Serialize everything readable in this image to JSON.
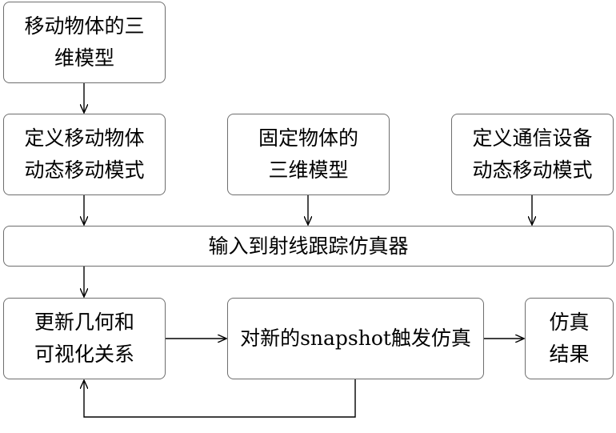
{
  "boxes": {
    "moving_model": "移动物体的三\n维模型",
    "moving_pattern": "定义移动物体\n动态移动模式",
    "fixed_model": "固定物体的\n三维模型",
    "device_pattern": "定义通信设备\n动态移动模式",
    "ray_tracer": "输入到射线跟踪仿真器",
    "update_geometry": "更新几何和\n可视化关系",
    "trigger_simulation": "对新的snapshot触发仿真",
    "result": "仿真\n结果"
  }
}
